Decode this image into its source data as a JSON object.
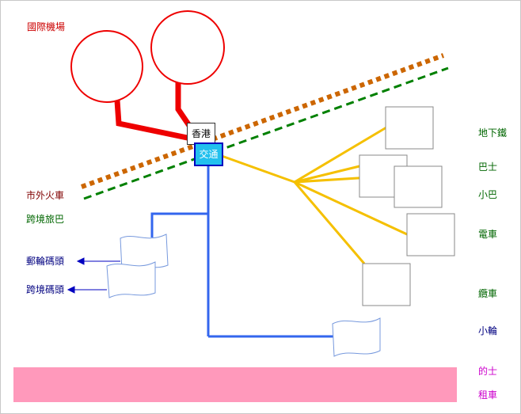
{
  "colors": {
    "rail_intercity": "#cc6600",
    "rail_crossborder": "#008000",
    "airport": "#ee0000",
    "feeder_land": "#f5c000",
    "feeder_sea": "#3366ee",
    "taxi_band": "#ff99bb"
  },
  "center": {
    "hongkong_label": "香港",
    "transport_label": "交通"
  },
  "labels": {
    "airport": "國際機場",
    "intercity_train": "市外火車",
    "crossborder_bus": "跨境旅巴",
    "cruise_terminal": "郵輪碼頭",
    "crossborder_ferry": "跨境碼頭",
    "mtr": "地下鐵",
    "bus": "巴士",
    "minibus": "小巴",
    "tram": "電車",
    "cable_car": "纜車",
    "ferry": "小輪",
    "taxi": "的士",
    "car_rental": "租車"
  }
}
